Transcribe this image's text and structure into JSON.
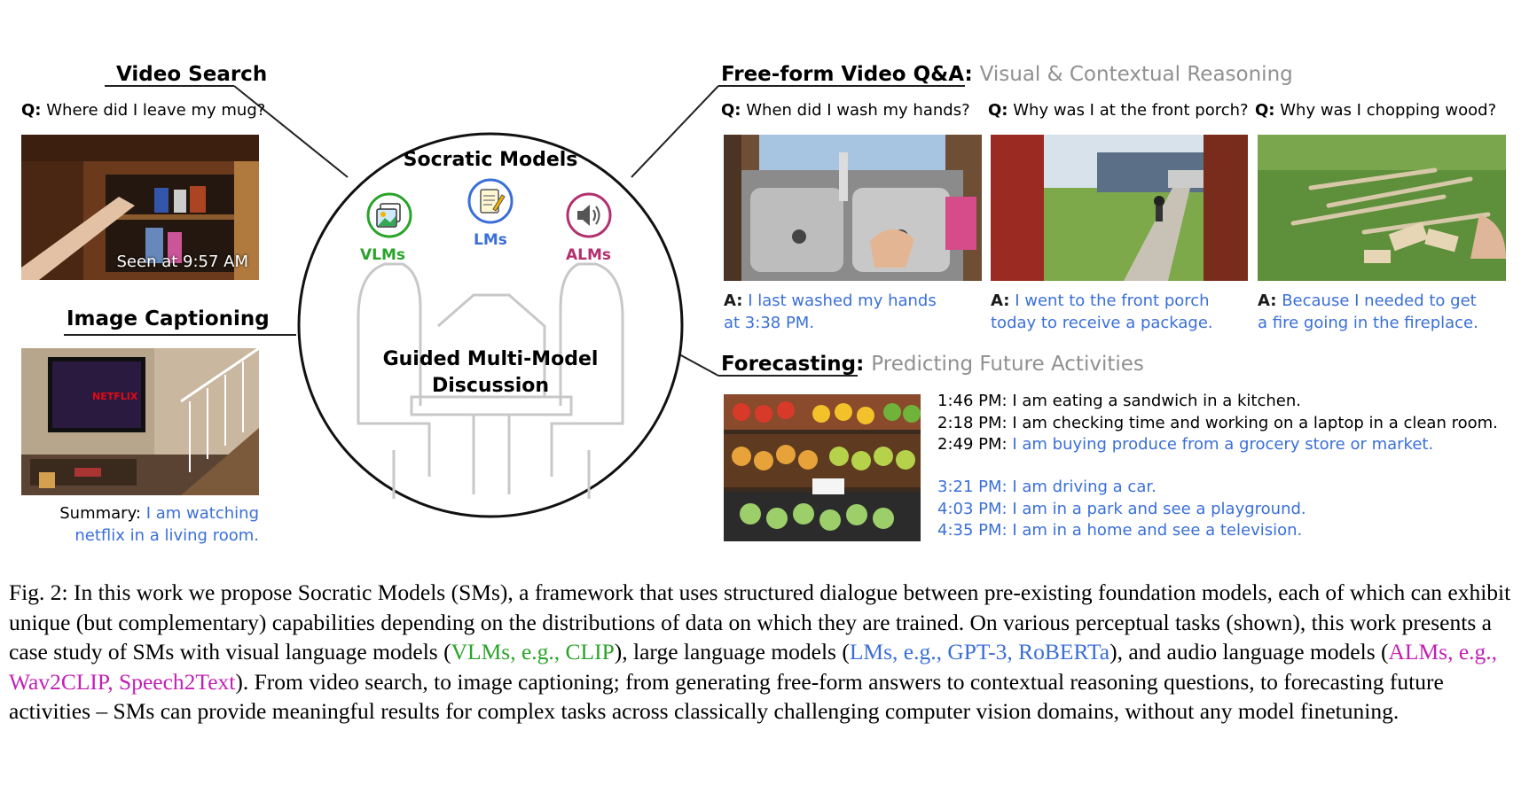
{
  "video_search": {
    "title": "Video Search",
    "q_prefix": "Q:",
    "question": "Where did I leave my mug?",
    "overlay": "Seen at 9:57 AM"
  },
  "image_captioning": {
    "title": "Image Captioning",
    "tv_logo": "NETFLIX",
    "summary_label": "Summary:",
    "summary_line1": "I am watching",
    "summary_line2": "netflix in a living room."
  },
  "center": {
    "title": "Socratic Models",
    "vlm_label": "VLMs",
    "lm_label": "LMs",
    "alm_label": "ALMs",
    "bottom_line1": "Guided Multi-Model",
    "bottom_line2": "Discussion"
  },
  "qa": {
    "title": "Free-form Video Q&A:",
    "subtitle": "Visual & Contextual Reasoning",
    "items": [
      {
        "q_prefix": "Q:",
        "question": "When did I wash my hands?",
        "a_prefix": "A:",
        "a_line1": "I last washed my hands",
        "a_line2": "at 3:38 PM."
      },
      {
        "q_prefix": "Q:",
        "question": "Why was I at the front porch?",
        "a_prefix": "A:",
        "a_line1": "I went to the front porch",
        "a_line2": "today to receive a package."
      },
      {
        "q_prefix": "Q:",
        "question": "Why was I chopping wood?",
        "a_prefix": "A:",
        "a_line1": "Because I needed to get",
        "a_line2": "a fire going in the fireplace."
      }
    ]
  },
  "forecasting": {
    "title": "Forecasting:",
    "subtitle": "Predicting Future Activities",
    "lines": [
      {
        "time": "1:46 PM:",
        "text": "I am eating a sandwich in a kitchen."
      },
      {
        "time": "2:18 PM:",
        "text": "I am checking time and working on a laptop in a clean room."
      },
      {
        "time": "2:49 PM:",
        "text": "I am buying produce from a grocery store or market."
      }
    ],
    "predictions": [
      {
        "time": "3:21 PM:",
        "text": "I am driving a car."
      },
      {
        "time": "4:03 PM:",
        "text": "I am in a park and see a playground."
      },
      {
        "time": "4:35 PM:",
        "text": "I am in a home and see a television."
      }
    ]
  },
  "caption": {
    "p1": "Fig. 2:  In this work we propose Socratic Models (SMs), a framework that uses structured dialogue between pre-existing foundation models, each of which can exhibit unique (but complementary) capabilities depending on the distributions of data on which they are trained. On various perceptual tasks (shown), this work presents a case study of SMs with visual language models (",
    "vlm": "VLMs, e.g., CLIP",
    "p2": "), large language models (",
    "lm": "LMs, e.g., GPT-3, RoBERTa",
    "p3": "), and audio language models (",
    "alm": "ALMs, e.g., Wav2CLIP, Speech2Text",
    "p4": "). From video search, to image captioning; from generating free-form answers to contextual reasoning questions, to forecasting future activities – SMs can provide meaningful results for complex tasks across classically challenging computer vision domains, without any model finetuning."
  },
  "colors": {
    "vlm": "#2aa32a",
    "lm": "#3a6fd8",
    "alm": "#b2306e",
    "answer": "#3a6fd8"
  }
}
